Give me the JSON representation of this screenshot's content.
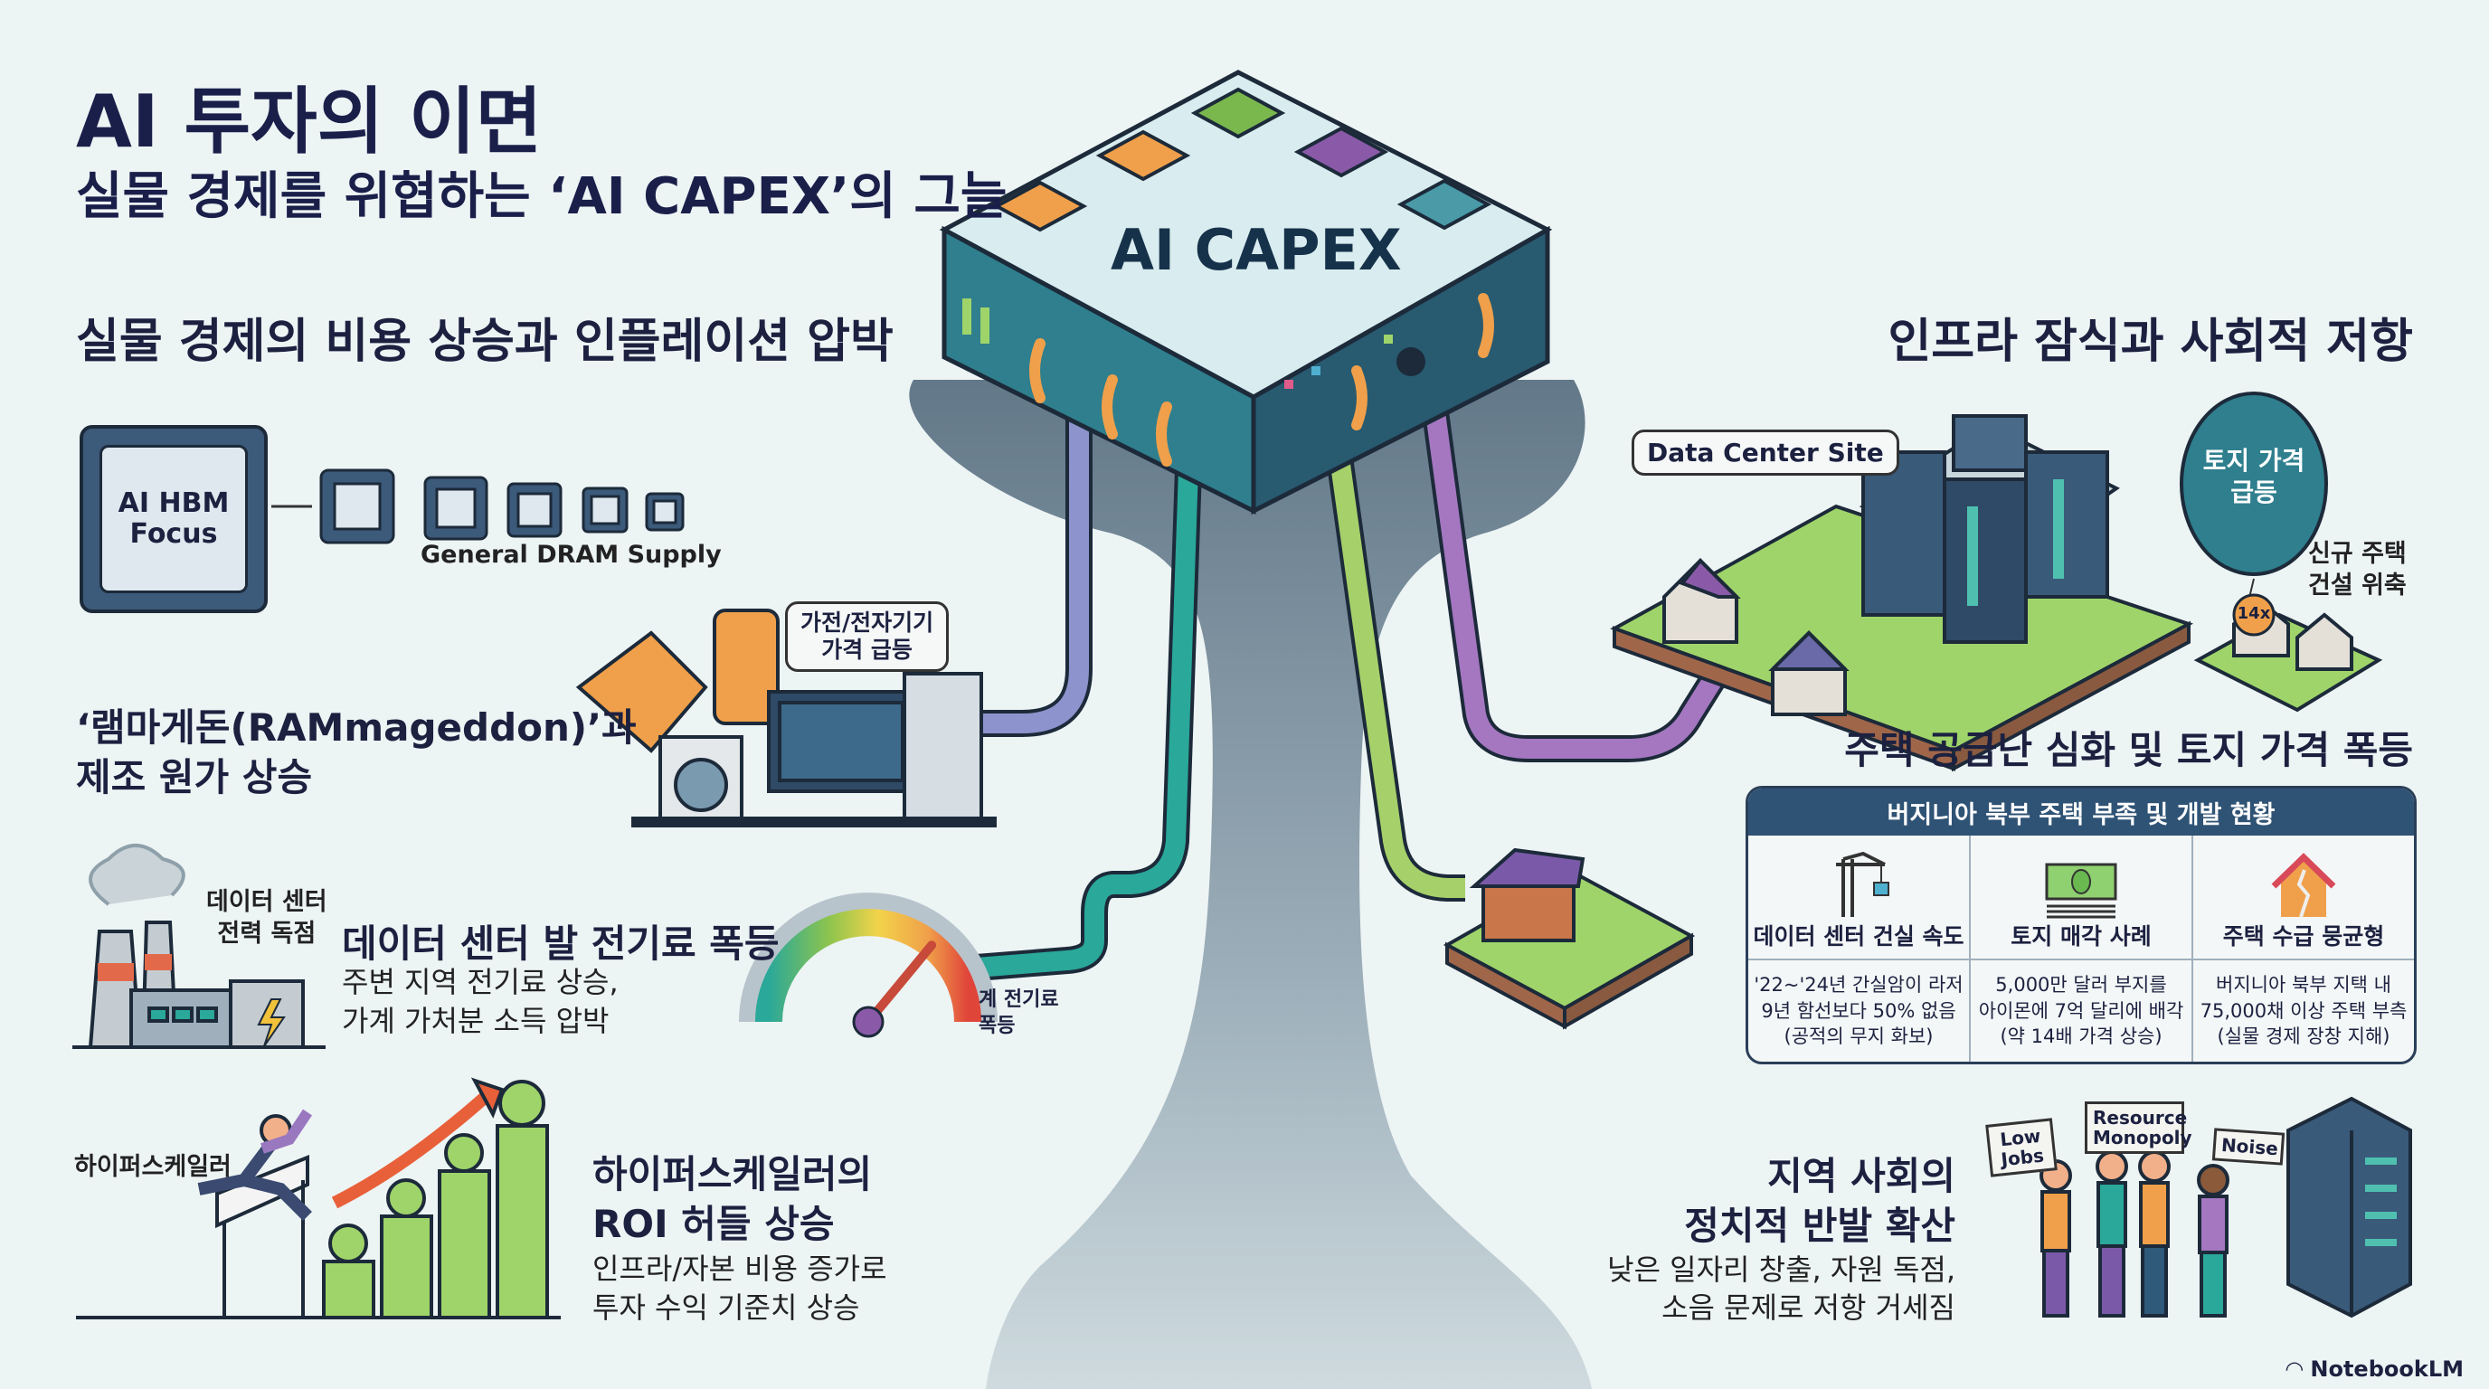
{
  "header": {
    "title": "AI 투자의 이면",
    "subtitle": "실물 경제를 위협하는 ‘AI CAPEX’의 그늘"
  },
  "center": {
    "label": "AI CAPEX",
    "chip_colors": [
      "#f0a04a",
      "#f0a04a",
      "#7ab84e",
      "#8a5aa8",
      "#4a9aa8"
    ]
  },
  "left_section": {
    "heading": "실물 경제의 비용 상승과 인플레이션 압박",
    "memory": {
      "chip_label_line1": "AI HBM",
      "chip_label_line2": "Focus",
      "supply_label": "General DRAM Supply",
      "heading_line1": "‘램마게돈(RAMmageddon)’과",
      "heading_line2": "제조 원가 상승",
      "bubble_line1": "가전/전자기기",
      "bubble_line2": "가격 급등"
    },
    "power": {
      "plant_label_line1": "데이터 센터",
      "plant_label_line2": "전력 독점",
      "heading": "데이터 센터 발 전기료 폭등",
      "desc_line1": "주변 지역 전기료 상승,",
      "desc_line2": "가계 가처분 소득 압박",
      "gauge_label_line1": "계 전기료",
      "gauge_label_line2": "폭등",
      "gauge_level": 0.72
    },
    "roi": {
      "runner_label": "하이퍼스케일러",
      "heading_line1": "하이퍼스케일러의",
      "heading_line2": "ROI 허들 상승",
      "desc_line1": "인프라/자본 비용 증가로",
      "desc_line2": "투자 수익 기준치 상승"
    }
  },
  "right_section": {
    "heading": "인프라 잠식과 사회적 저항",
    "housing": {
      "site_label": "Data Center Site",
      "balloon_line1": "토지 가격",
      "balloon_line2": "급등",
      "balloon_badge": "14x",
      "side_label_line1": "신규 주택",
      "side_label_line2": "건설 위축",
      "heading": "주택 공급난 심화 및 토지 가격 폭등"
    },
    "table": {
      "title": "버지니아 북부 주택 부족 및 개발 현황",
      "columns": [
        {
          "icon": "crane-icon",
          "title": "데이터 센터 건실 속도",
          "lines": [
            "'22~'24년 간실암이 라저",
            "9년 함선보다 50% 없음",
            "(공적의 무지 화보)"
          ]
        },
        {
          "icon": "money-icon",
          "title": "토지 매각 사례",
          "lines": [
            "5,000만 달러 부지를",
            "아이몬에 7억 달리에 배각",
            "(약 14배 가격 상승)"
          ]
        },
        {
          "icon": "cracked-house-icon",
          "title": "주택 수급 뭉균형",
          "lines": [
            "버지니아 북부 지택 내",
            "75,000채 이상 주택 부측",
            "(실물 경제 장창 지해)"
          ]
        }
      ]
    },
    "protest": {
      "heading_line1": "지역 사회의",
      "heading_line2": "정치적 반발 확산",
      "desc_line1": "낮은 일자리 창출, 자원 독점,",
      "desc_line2": "소음 문제로 저항 거세짐",
      "signs": [
        "Low Jobs",
        "Resource Monopoly",
        "Noise"
      ]
    }
  },
  "footer": {
    "brand": "NotebookLM"
  }
}
